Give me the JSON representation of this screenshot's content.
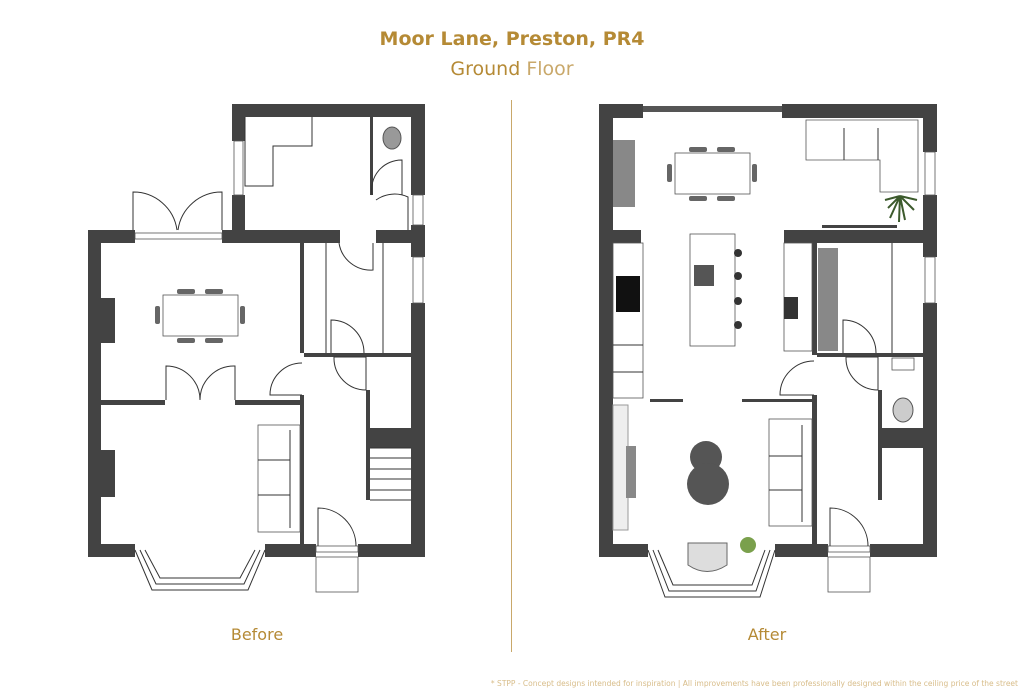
{
  "header": {
    "title": "Moor Lane, Preston, PR4",
    "subtitle_main": "Ground",
    "subtitle_rest": " Floor"
  },
  "plans": [
    {
      "label": "Before"
    },
    {
      "label": "After"
    }
  ],
  "footer": {
    "disclaimer": "* STPP - Concept designs intended for inspiration | All improvements have been professionally designed within the ceiling price of the street"
  },
  "colors": {
    "accent": "#b58a35",
    "wall": "#434343"
  }
}
